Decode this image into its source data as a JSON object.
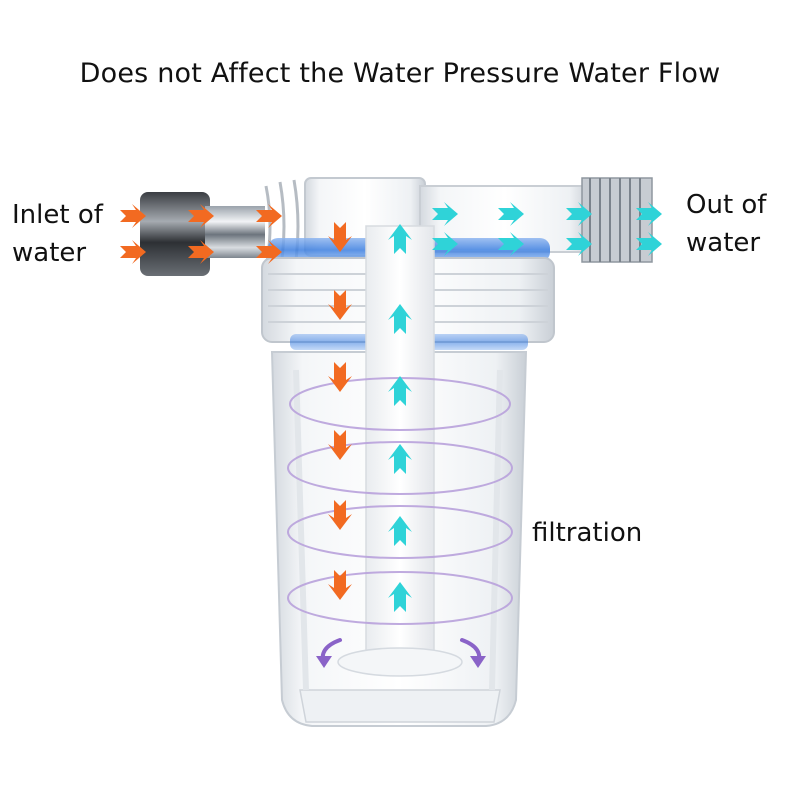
{
  "title": "Does not Affect the Water Pressure Water Flow",
  "labels": {
    "inlet_line1": "Inlet of",
    "inlet_line2": "water",
    "outlet_line1": "Out of",
    "outlet_line2": "water",
    "filtration": "filtration"
  },
  "colors": {
    "inlet_arrow": "#f26a21",
    "outlet_arrow": "#2fd3d8",
    "swirl": "#b9a2dc",
    "swirl_arrow": "#8a63c8",
    "blue_band": "#3d7fe0",
    "housing": "#dfe3e8"
  },
  "icons": [
    "chevron-arrow-right-icon",
    "chevron-arrow-down-icon",
    "chevron-arrow-up-icon",
    "curved-arrow-icon"
  ]
}
